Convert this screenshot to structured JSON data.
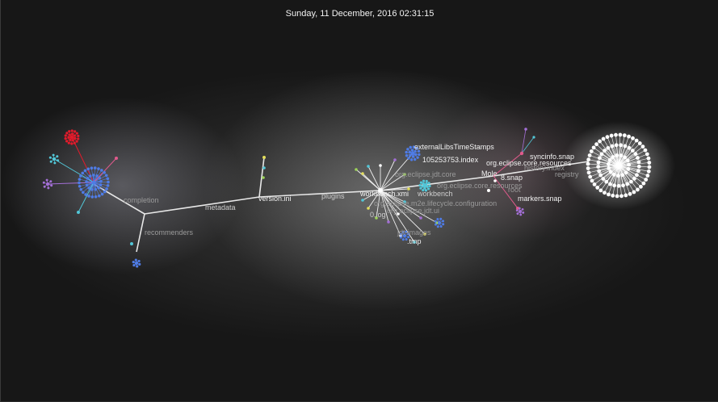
{
  "timestamp": "Sunday, 11 December, 2016 02:31:15",
  "labels": {
    "completion": "completion",
    "metadata": "metadata",
    "version_ini": "version.ini",
    "plugins": "plugins",
    "recommenders": "recommenders",
    "workbench_xmi": "workbench.xmi",
    "workbench": "workbench",
    "external_libs": "externalLibsTimeStamps",
    "index": "105253753.index",
    "jdt_core": "org.eclipse.jdt.core",
    "resources_top": "org.eclipse.core.resources",
    "resources_mid": "org.eclipse.core.resources",
    "m2e_config": "org.eclipse.m2e.lifecycle.configuration",
    "jdt_ui": "org.eclipse.jdt.ui",
    "log": "0.log",
    "jdt_images": "jdt-images",
    "markers": "markers.snap",
    "snap": "8.snap",
    "mole": "Mole",
    "root": "root",
    "syncinfo": "syncinfo.snap",
    "history": "history.index",
    "tmp": ".tmp",
    "registry": "registry"
  },
  "colors": {
    "background": "#171717",
    "edge": "#e8e8e8",
    "node_white": "#ffffff",
    "node_blue": "#4f7ce6",
    "node_red": "#e21b2b",
    "node_cyan": "#52c7d8",
    "node_green": "#9ed45a",
    "node_pink": "#e05a8c",
    "node_purple": "#a36fd6",
    "node_yellow": "#e2dd5c"
  }
}
